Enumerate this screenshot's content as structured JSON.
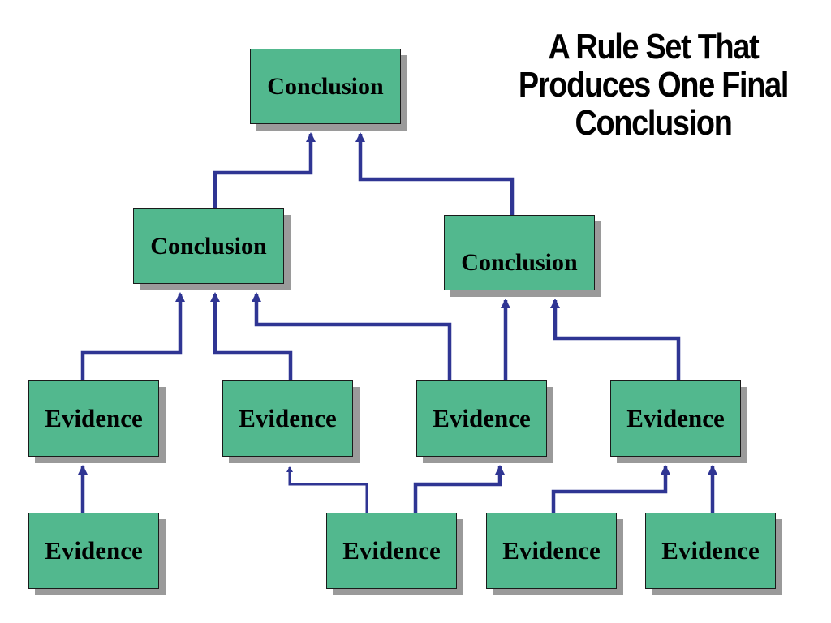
{
  "title": {
    "line1": "A Rule Set That",
    "line2": "Produces One Final",
    "line3": "Conclusion"
  },
  "colors": {
    "box_fill": "#52b88e",
    "arrow": "#2f3593",
    "shadow": "#9a9a9a"
  },
  "nodes": {
    "top_conclusion": "Conclusion",
    "left_conclusion": "Conclusion",
    "right_conclusion": "Conclusion",
    "evidence_r1_1": "Evidence",
    "evidence_r1_2": "Evidence",
    "evidence_r1_3": "Evidence",
    "evidence_r1_4": "Evidence",
    "evidence_r2_1": "Evidence",
    "evidence_r2_2": "Evidence",
    "evidence_r2_3": "Evidence",
    "evidence_r2_4": "Evidence"
  }
}
